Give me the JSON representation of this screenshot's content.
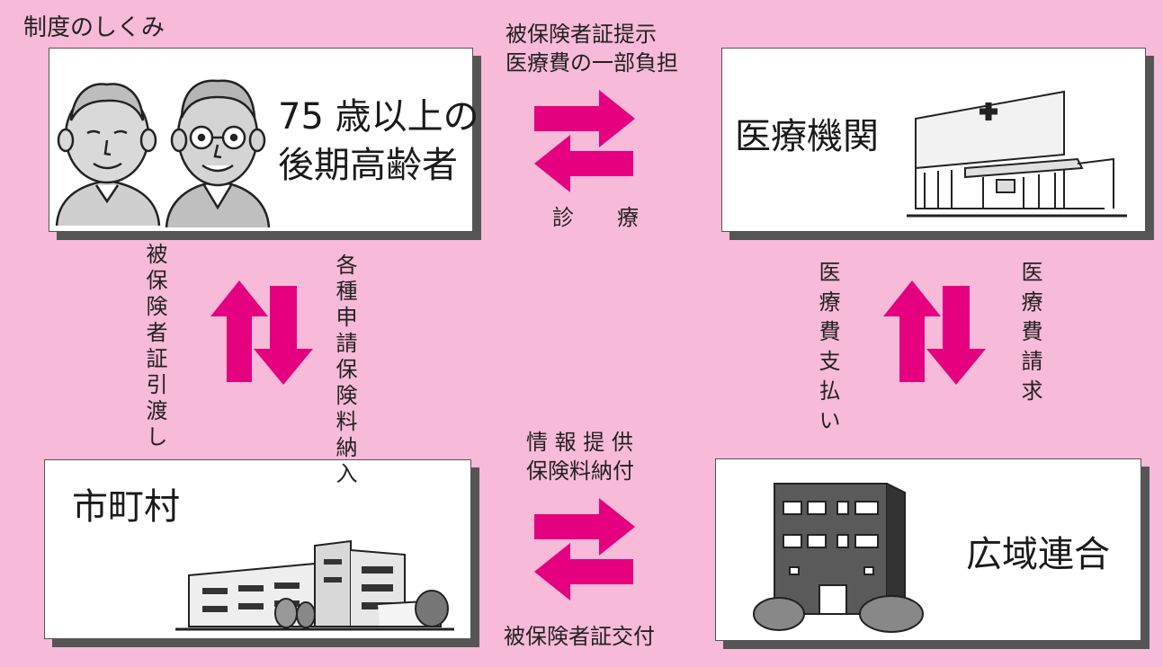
{
  "title": "制度のしくみ",
  "colors": {
    "background": "#f7bad8",
    "arrow": "#e4007f",
    "box_border": "#555555"
  },
  "nodes": {
    "elderly": {
      "line1": "75 歳以上の",
      "line2": "後期高齢者",
      "icon": "elderly-couple-illustration"
    },
    "hospital": {
      "label": "医療機関",
      "icon": "hospital-illustration"
    },
    "municipality": {
      "label": "市町村",
      "icon": "town-hall-illustration"
    },
    "union": {
      "label": "広域連合",
      "icon": "office-building-illustration"
    }
  },
  "flows": {
    "elderly_to_hospital": {
      "line1": "被保険者証提示",
      "line2": "医療費の一部負担"
    },
    "hospital_to_elderly": {
      "label": "診　　療"
    },
    "municipality_to_elderly": {
      "label": "被保険者証引渡し"
    },
    "elderly_to_municipality": {
      "col1": "各種申請",
      "col2": "保険料納入"
    },
    "union_to_hospital": {
      "label": "医療費支払い"
    },
    "hospital_to_union": {
      "label": "医療費請求"
    },
    "municipality_to_union": {
      "line1": "情 報 提 供",
      "line2": "保険料納付"
    },
    "union_to_municipality": {
      "label": "被保険者証交付"
    }
  }
}
